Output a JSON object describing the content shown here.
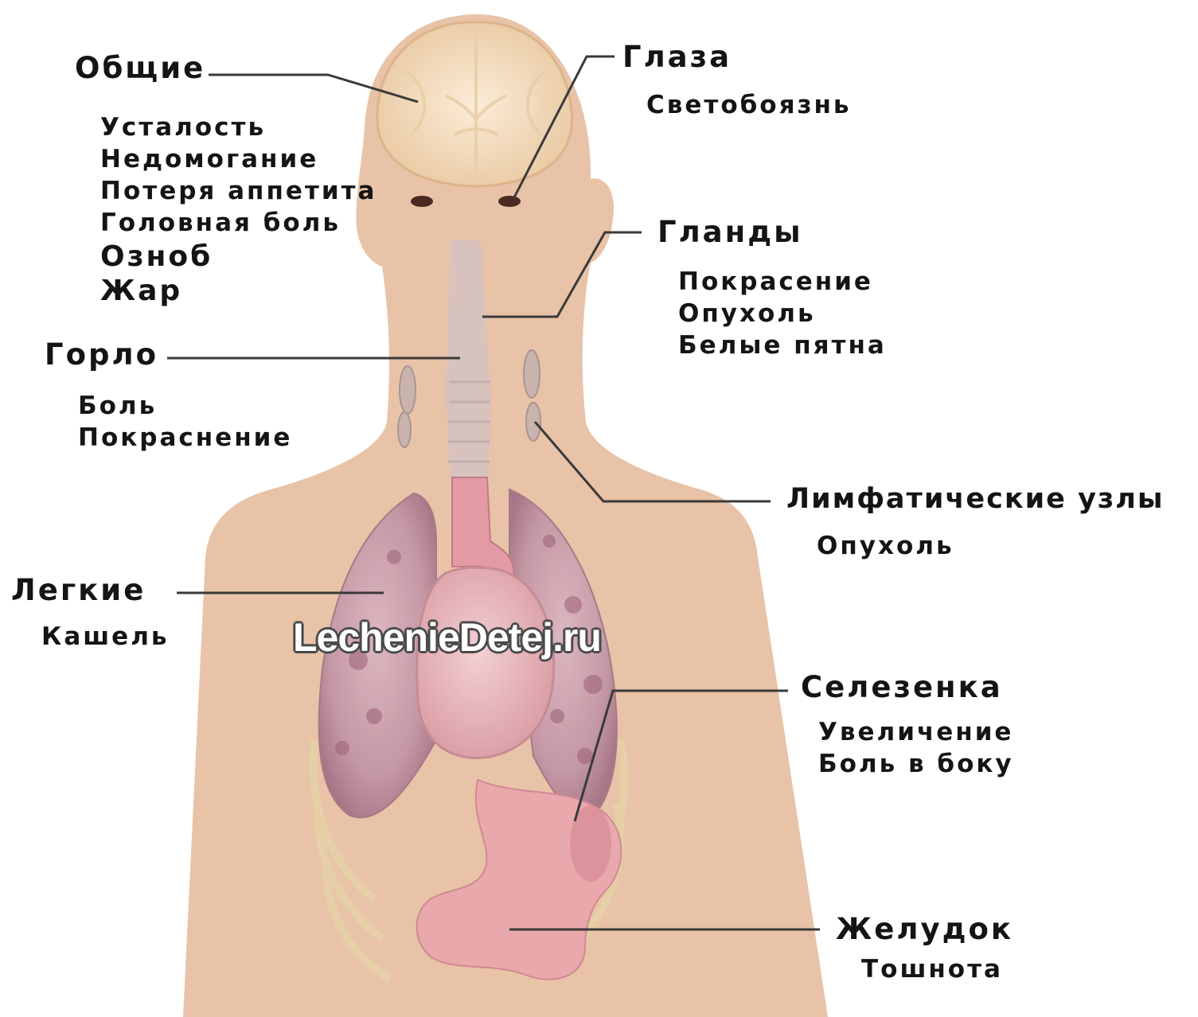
{
  "sections": {
    "general": {
      "title": "Общие",
      "items": [
        "Усталость",
        "Недомогание",
        "Потеря аппетита",
        "Головная боль",
        "Озноб",
        "Жар"
      ]
    },
    "eyes": {
      "title": "Глаза",
      "items": [
        "Светобоязнь"
      ]
    },
    "glands": {
      "title": "Гланды",
      "items": [
        "Покрасение",
        "Опухоль",
        "Белые пятна"
      ]
    },
    "throat": {
      "title": "Горло",
      "items": [
        "Боль",
        "Покраснение"
      ]
    },
    "lymph": {
      "title": "Лимфатические узлы",
      "items": [
        "Опухоль"
      ]
    },
    "lungs": {
      "title": "Легкие",
      "items": [
        "Кашель"
      ]
    },
    "spleen": {
      "title": "Селезенка",
      "items": [
        "Увеличение",
        "Боль в боку"
      ]
    },
    "stomach": {
      "title": "Желудок",
      "items": [
        "Тошнота"
      ]
    }
  },
  "watermark": "LechenieDetej.ru",
  "colors": {
    "skin": "#e8c3a7",
    "brain": "#f0d6b5",
    "lungs": "#b3808c",
    "heart": "#e3aeb2",
    "stomach": "#e8a4a8",
    "leader_lines": "#3a3a3a"
  }
}
